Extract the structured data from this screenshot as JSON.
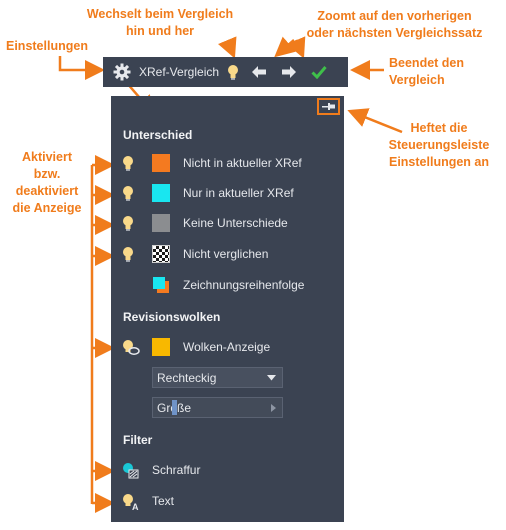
{
  "callouts": {
    "settings": "Einstellungen",
    "toggle_line1": "Wechselt beim Vergleich",
    "toggle_line2": "hin und her",
    "zoom_line1": "Zoomt auf den vorherigen",
    "zoom_line2": "oder nächsten Vergleichssatz",
    "finish_line1": "Beendet den",
    "finish_line2": "Vergleich",
    "pin_line1": "Heftet die",
    "pin_line2": "Steuerungsleiste",
    "pin_line3": "Einstellungen an",
    "display_line1": "Aktiviert",
    "display_line2": "bzw.",
    "display_line3": "deaktiviert",
    "display_line4": "die Anzeige"
  },
  "toolbar": {
    "title": "XRef-Vergleich",
    "icons": [
      "gear-icon",
      "lightbulb-icon",
      "arrow-left-icon",
      "arrow-right-icon",
      "checkmark-icon"
    ]
  },
  "panel": {
    "difference_heading": "Unterschied",
    "difference_items": [
      {
        "label": "Nicht in aktueller XRef",
        "color": "#f47a20"
      },
      {
        "label": "Nur in aktueller XRef",
        "color": "#19e6f0"
      },
      {
        "label": "Keine Unterschiede",
        "color": "#8b8d90"
      },
      {
        "label": "Nicht verglichen",
        "color": "checkerboard"
      },
      {
        "label": "Zeichnungsreihenfolge",
        "color": "#19e6f0/#f47a20"
      }
    ],
    "revision_heading": "Revisionswolken",
    "cloud_display_label": "Wolken-Anzeige",
    "cloud_color": "#f8b800",
    "shape_select_value": "Rechteckig",
    "size_slider_label": "Größe",
    "filter_heading": "Filter",
    "filter_items": [
      {
        "label": "Schraffur"
      },
      {
        "label": "Text"
      }
    ]
  },
  "colors": {
    "annotation": "#f07c1c",
    "panel_bg": "#3b4352",
    "bulb": "#f9d98a",
    "check": "#3fbf4a"
  }
}
